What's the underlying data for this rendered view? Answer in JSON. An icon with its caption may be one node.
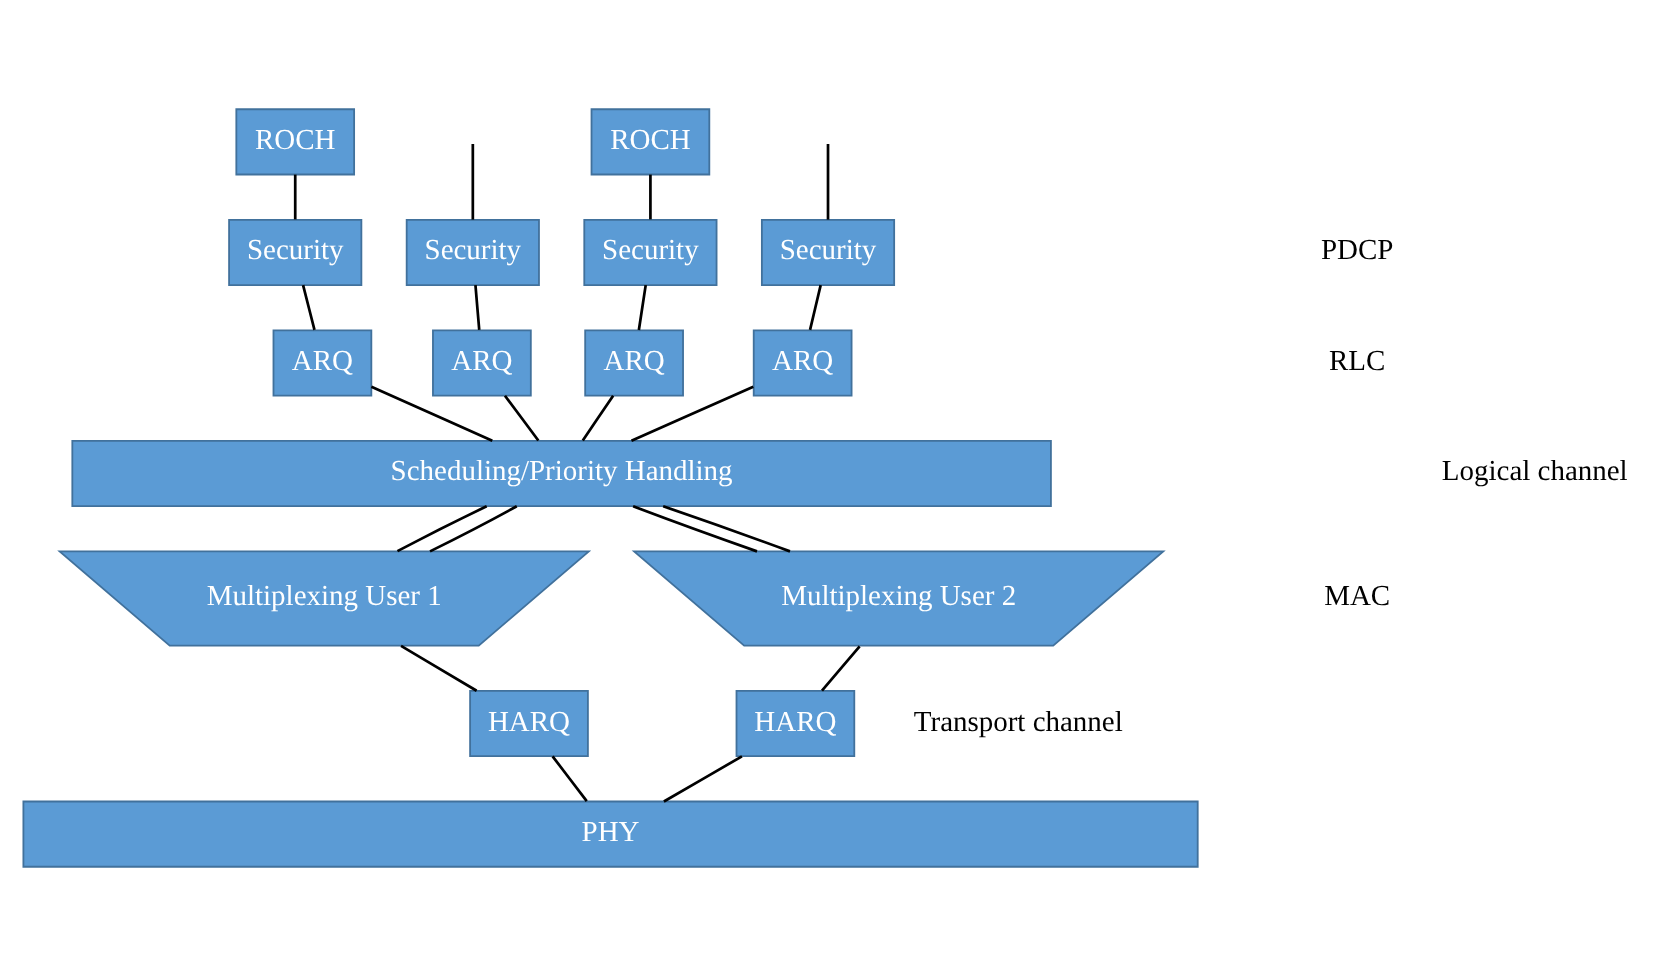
{
  "diagram": {
    "nodes": [
      {
        "text": [
          "ROCH"
        ]
      },
      {
        "text": [
          "ROCH"
        ]
      },
      {
        "text": [
          "Security"
        ]
      },
      {
        "text": [
          "Security"
        ]
      },
      {
        "text": [
          "Security"
        ]
      },
      {
        "text": [
          "Security"
        ]
      },
      {
        "text": [
          "ARQ"
        ]
      },
      {
        "text": [
          "ARQ"
        ]
      },
      {
        "text": [
          "ARQ"
        ]
      },
      {
        "text": [
          "ARQ"
        ]
      },
      {
        "text": [
          "Scheduling/Priority Handling"
        ]
      },
      {
        "text": [
          "Multiplexing User 1"
        ]
      },
      {
        "text": [
          "Multiplexing User 2"
        ]
      },
      {
        "text": [
          "HARQ"
        ]
      },
      {
        "text": [
          "HARQ"
        ]
      },
      {
        "text": [
          "PHY"
        ]
      }
    ],
    "edges": [
      {
        "from": 0,
        "to": 2,
        "arrow": "none"
      },
      {
        "from": null,
        "to": 3,
        "arrow": "none"
      },
      {
        "from": 1,
        "to": 4,
        "arrow": "none"
      },
      {
        "from": null,
        "to": 5,
        "arrow": "none"
      },
      {
        "from": 2,
        "to": 6,
        "arrow": "none"
      },
      {
        "from": 3,
        "to": 7,
        "arrow": "none"
      },
      {
        "from": 4,
        "to": 8,
        "arrow": "none"
      },
      {
        "from": 5,
        "to": 9,
        "arrow": "none"
      },
      {
        "from": 6,
        "to": 10,
        "arrow": "none"
      },
      {
        "from": 7,
        "to": 10,
        "arrow": "none"
      },
      {
        "from": 8,
        "to": 10,
        "arrow": "none"
      },
      {
        "from": 9,
        "to": 10,
        "arrow": "none"
      },
      {
        "from": 10,
        "to": 11,
        "arrow": "none"
      },
      {
        "from": 10,
        "to": 11,
        "arrow": "none"
      },
      {
        "from": 10,
        "to": 12,
        "arrow": "none"
      },
      {
        "from": 10,
        "to": 12,
        "arrow": "none"
      },
      {
        "from": 11,
        "to": 13,
        "arrow": "none"
      },
      {
        "from": 12,
        "to": 14,
        "arrow": "none"
      },
      {
        "from": 13,
        "to": 15,
        "arrow": "none"
      },
      {
        "from": 14,
        "to": 15,
        "arrow": "none"
      }
    ],
    "labels": [
      "PDCP",
      "RLC",
      "MAC",
      "Logical channel",
      "Transport channel"
    ]
  }
}
